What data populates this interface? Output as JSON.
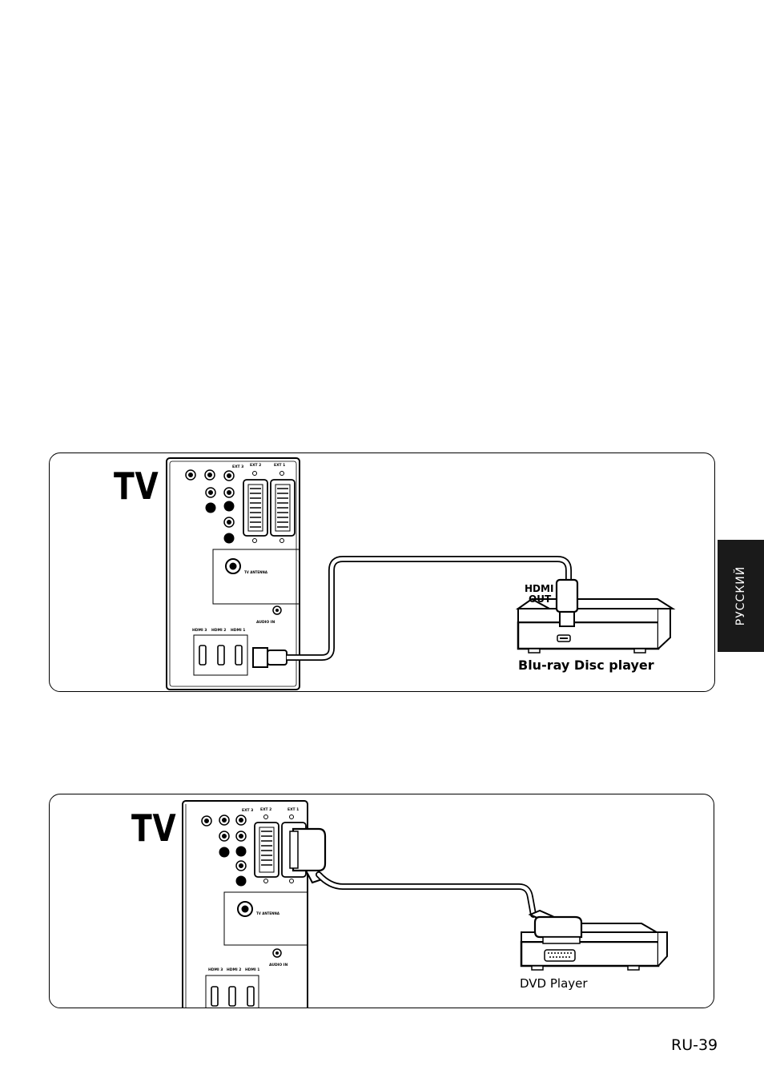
{
  "diagram_1": {
    "tv_label": "TV",
    "port_labels": {
      "hdmi_3": "HDMI 3",
      "hdmi_2": "HDMI 2",
      "hdmi_1": "HDMI 1",
      "ext_2": "EXT 2",
      "ext_1": "EXT 1",
      "ext_3": "EXT 3",
      "audio_in": "AUDIO IN",
      "tv_antenna": "TV ANTENNA"
    },
    "connector_label_line1": "HDMI",
    "connector_label_line2": "OUT",
    "device_label": "Blu-ray Disc player"
  },
  "diagram_2": {
    "tv_label": "TV",
    "port_labels": {
      "hdmi_3": "HDMI 3",
      "hdmi_2": "HDMI 2",
      "hdmi_1": "HDMI 1",
      "ext_2": "EXT 2",
      "ext_1": "EXT 1",
      "ext_3": "EXT 3",
      "audio_in": "AUDIO IN",
      "tv_antenna": "TV ANTENNA"
    },
    "device_label": "DVD Player"
  },
  "language_tab": "РУССКИЙ",
  "page_number": "RU-39"
}
